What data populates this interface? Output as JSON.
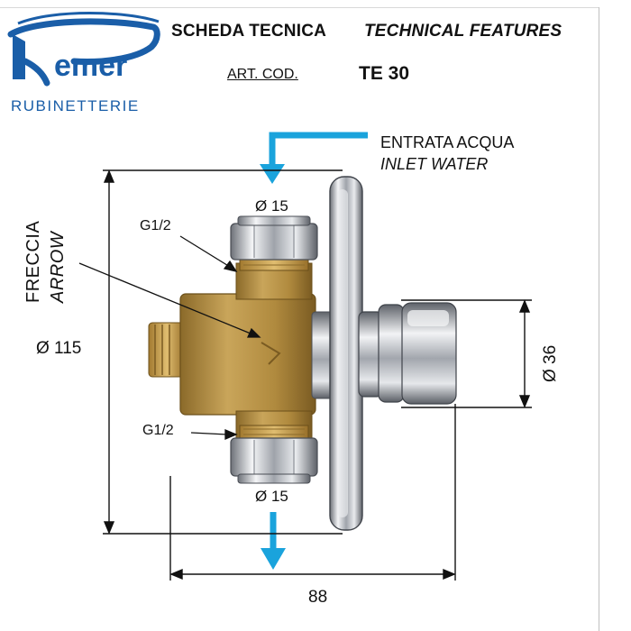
{
  "header": {
    "title_it": "SCHEDA TECNICA",
    "title_en": "TECHNICAL FEATURES",
    "art_label": "ART. COD.",
    "art_code": "TE 30"
  },
  "logo": {
    "brand": "emer",
    "tagline": "RUBINETTERIE"
  },
  "annotations": {
    "inlet_it": "ENTRATA ACQUA",
    "inlet_en": "INLET WATER",
    "arrow_it": "FRECCIA",
    "arrow_en": "ARROW",
    "thread_top": "G1/2",
    "thread_bottom": "G1/2",
    "diameter_top": "Ø 15",
    "diameter_bottom": "Ø 15"
  },
  "dimensions": {
    "height": "Ø 115",
    "width": "88",
    "button": "Ø 36"
  },
  "colors": {
    "logo_blue": "#1a5ea8",
    "flow_arrow": "#1aa3dc",
    "brass": "#b8913f",
    "chrome": "#c9ccd1"
  }
}
